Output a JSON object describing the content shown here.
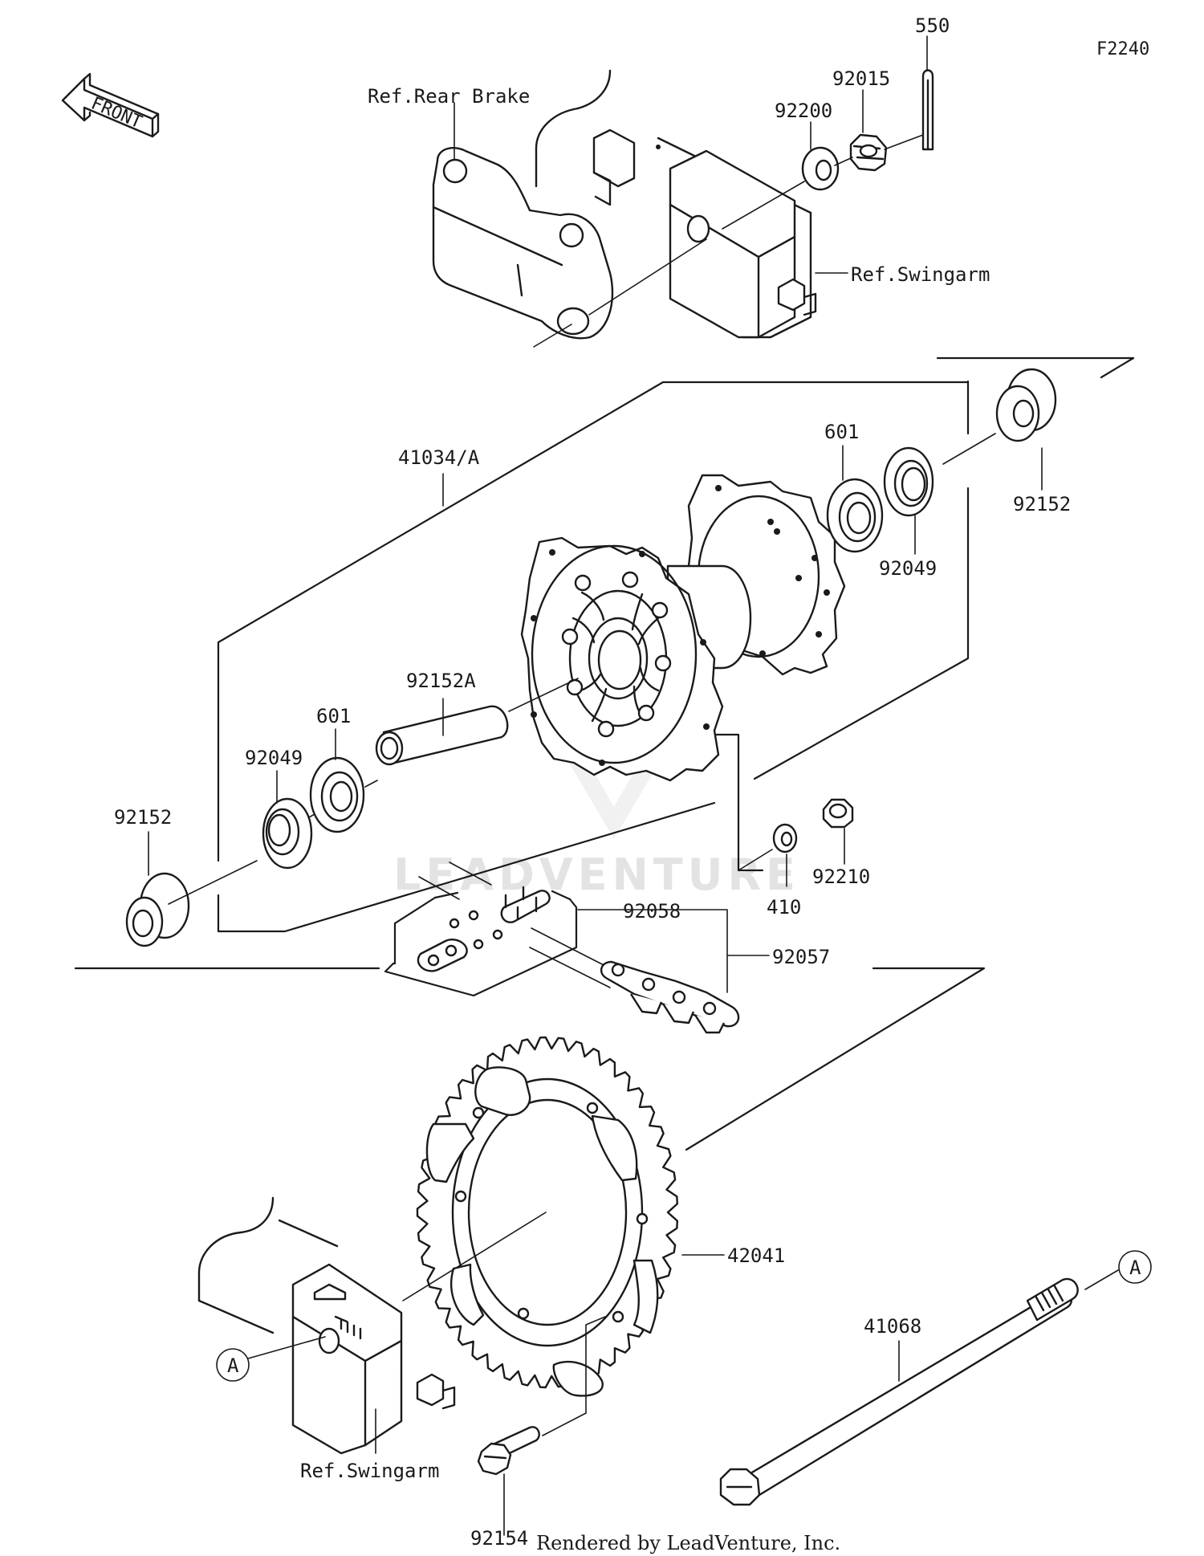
{
  "figure_code": "F2240",
  "front_label": "FRONT",
  "watermark": "LEADVENTURE",
  "credit": "Rendered by LeadVenture, Inc.",
  "refs": {
    "rear_brake": "Ref.Rear Brake",
    "swingarm_top": "Ref.Swingarm",
    "swingarm_bottom": "Ref.Swingarm"
  },
  "callouts": {
    "c550": "550",
    "c92015": "92015",
    "c92200": "92200",
    "c41034a": "41034/A",
    "c601_right": "601",
    "c92152_right": "92152",
    "c92049_right": "92049",
    "c92152a": "92152A",
    "c601_left": "601",
    "c92049_left": "92049",
    "c92152_left": "92152",
    "c92210": "92210",
    "c410": "410",
    "c92058": "92058",
    "c92057": "92057",
    "c42041": "42041",
    "c41068": "41068",
    "c92154": "92154",
    "marker_a_left": "A",
    "marker_a_right": "A"
  }
}
